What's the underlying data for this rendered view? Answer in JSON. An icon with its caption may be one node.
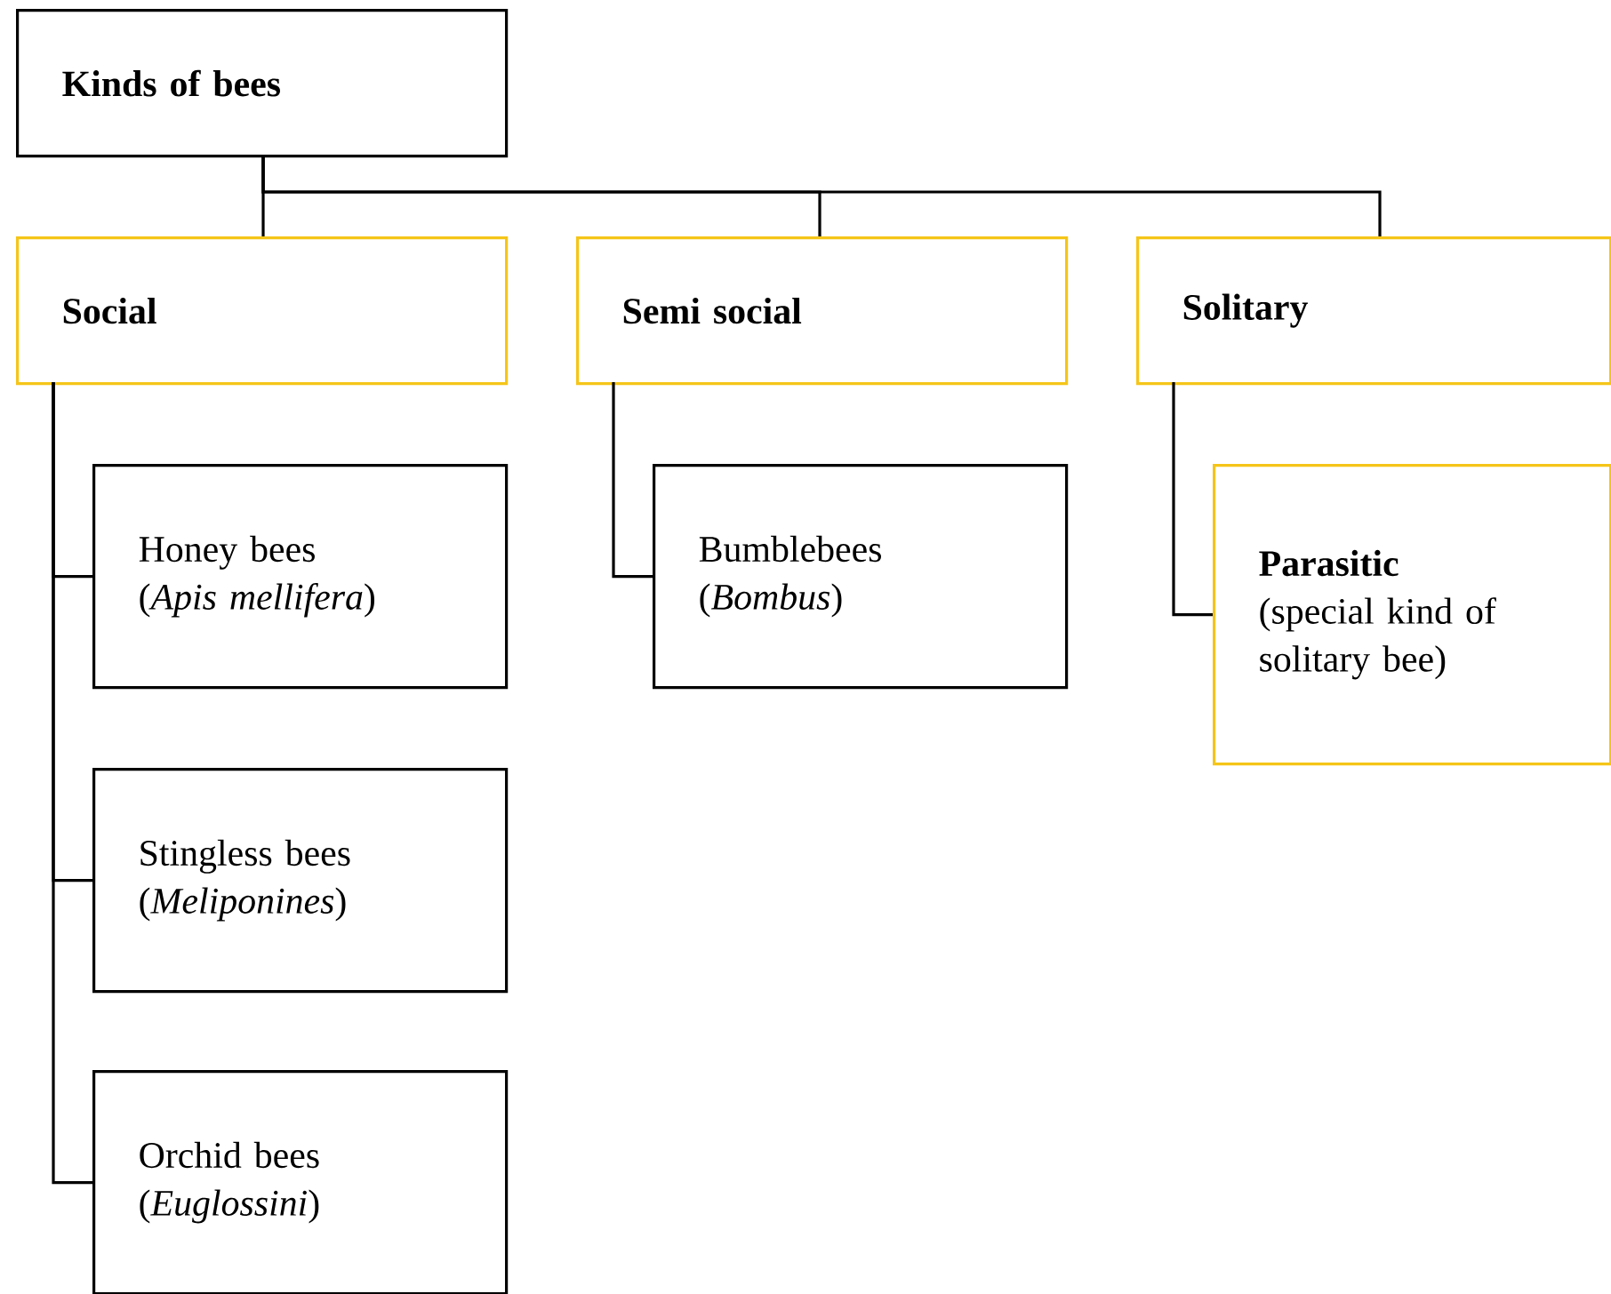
{
  "diagram": {
    "nodes": [
      {
        "text": [
          "Kinds of bees"
        ]
      },
      {
        "text": [
          "Social"
        ]
      },
      {
        "text": [
          "Semi social"
        ]
      },
      {
        "text": [
          "Solitary"
        ]
      },
      {
        "text": [
          "Honey bees",
          "(*Apis mellifera*)"
        ]
      },
      {
        "text": [
          "Stingless bees",
          "(*Meliponines*)"
        ]
      },
      {
        "text": [
          "Orchid bees",
          "(*Euglossini*)"
        ]
      },
      {
        "text": [
          "Bumblebees",
          "(*Bombus*)"
        ]
      },
      {
        "text": [
          "Parasitic",
          "(special kind of solitary bee)"
        ]
      }
    ],
    "edges": [
      {
        "from": 0,
        "to": 1,
        "arrow": "none"
      },
      {
        "from": 0,
        "to": 2,
        "arrow": "none"
      },
      {
        "from": 0,
        "to": 3,
        "arrow": "none"
      },
      {
        "from": 1,
        "to": 4,
        "arrow": "none"
      },
      {
        "from": 1,
        "to": 5,
        "arrow": "none"
      },
      {
        "from": 1,
        "to": 6,
        "arrow": "none"
      },
      {
        "from": 2,
        "to": 7,
        "arrow": "none"
      },
      {
        "from": 3,
        "to": 8,
        "arrow": "none"
      }
    ]
  }
}
